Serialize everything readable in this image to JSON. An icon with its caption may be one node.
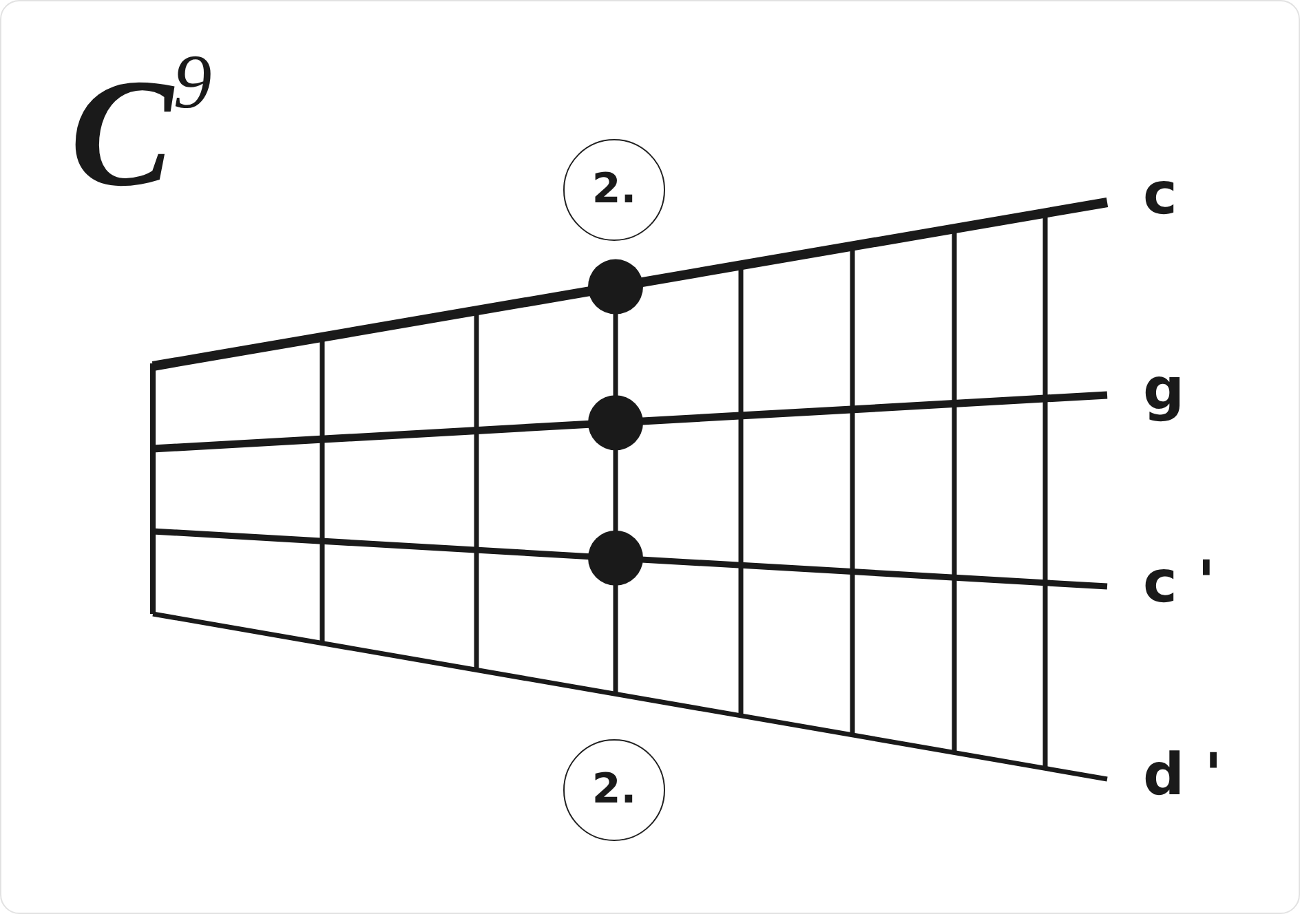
{
  "diagram": {
    "title": "C$^{9}$",
    "nodes": [
      {
        "text": [
          "2."
        ]
      },
      {
        "text": [
          "2."
        ]
      }
    ],
    "labels": [
      "c",
      "g",
      "c '",
      "d '"
    ]
  }
}
